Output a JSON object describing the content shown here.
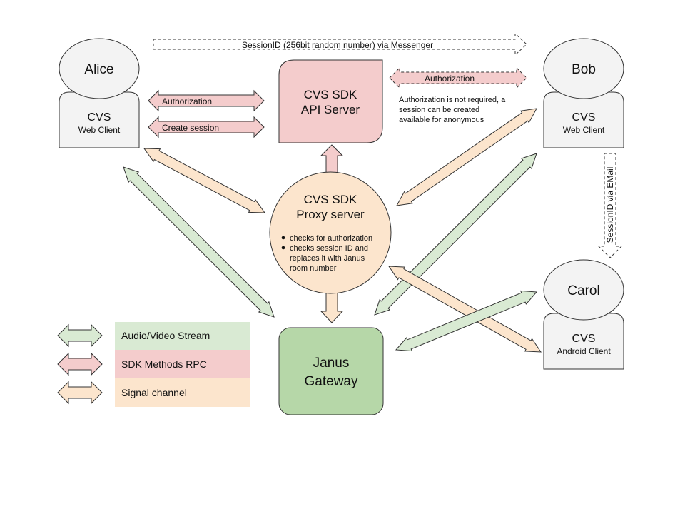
{
  "colors": {
    "green_fill": "#d9ead3",
    "green_box": "#b6d7a8",
    "red_fill": "#f4cccc",
    "orange_fill": "#fce5cd",
    "gray_fill": "#f3f3f3",
    "stroke": "#333333"
  },
  "actors": {
    "alice": {
      "name": "Alice",
      "app": "CVS",
      "client": "Web Client"
    },
    "bob": {
      "name": "Bob",
      "app": "CVS",
      "client": "Web Client"
    },
    "carol": {
      "name": "Carol",
      "app": "CVS",
      "client": "Android Client"
    }
  },
  "api_server": {
    "line1": "CVS SDK",
    "line2": "API Server"
  },
  "proxy": {
    "line1": "CVS SDK",
    "line2": "Proxy server",
    "bullets": [
      "checks for authorization",
      "checks session ID and",
      "replaces it with Janus",
      "room number"
    ]
  },
  "janus": {
    "line1": "Janus",
    "line2": "Gateway"
  },
  "arrow_labels": {
    "session_messenger": "SessionID (256bit random number) via Messenger",
    "alice_auth": "Authorization",
    "alice_create": "Create session",
    "bob_auth": "Authorization",
    "session_email": "SessionID via EMail"
  },
  "note": {
    "line1": "Authorization is not required, a",
    "line2": "session can be created",
    "line3": "available for anonymous"
  },
  "legend": [
    {
      "label": "Audio/Video Stream",
      "color": "#d9ead3"
    },
    {
      "label": "SDK Methods RPC",
      "color": "#f4cccc"
    },
    {
      "label": "Signal channel",
      "color": "#fce5cd"
    }
  ]
}
